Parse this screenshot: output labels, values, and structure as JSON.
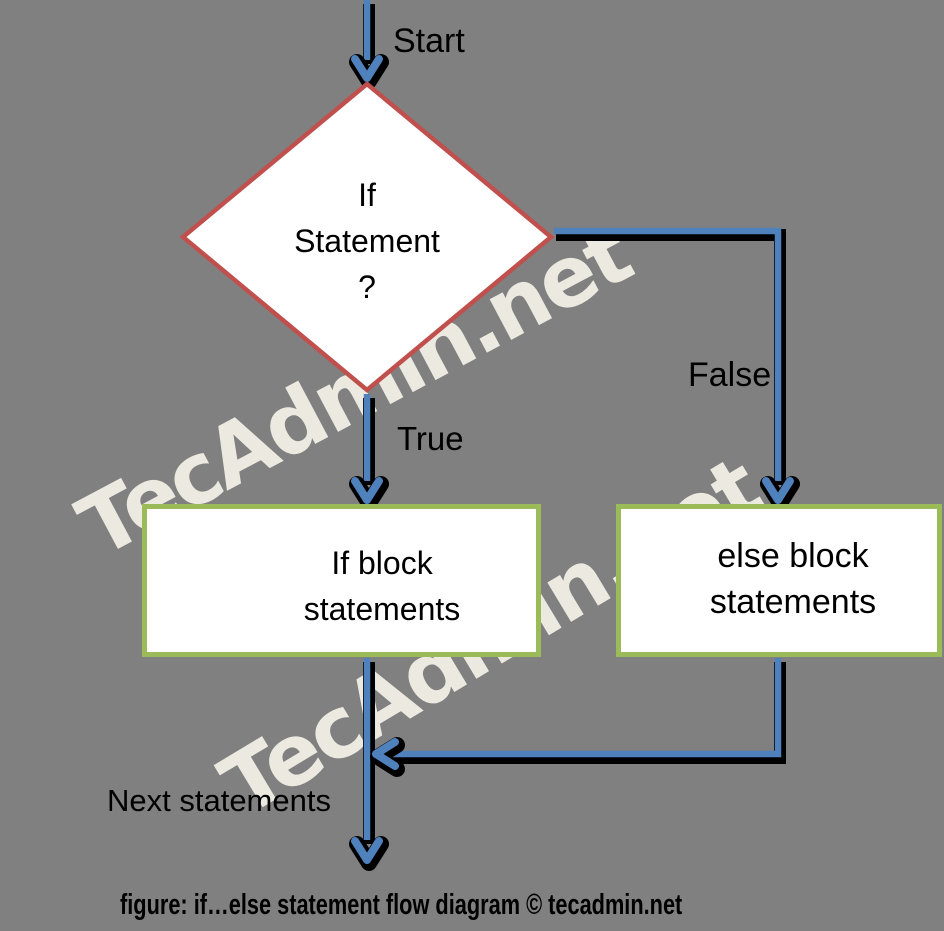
{
  "colors": {
    "background": "#808080",
    "connector_blue": "#4F81BD",
    "outline_black": "#000000",
    "diamond_border": "#C0504D",
    "box_border": "#9BBB59",
    "shape_fill": "#FFFFFF",
    "text": "#000000",
    "watermark": "#ECEAE0"
  },
  "labels": {
    "start": "Start",
    "true_branch": "True",
    "false_branch": "False",
    "next_statements": "Next statements"
  },
  "decision": {
    "line1": "If",
    "line2": "Statement",
    "line3": "?"
  },
  "boxes": {
    "if_block": {
      "line1": "If block",
      "line2": "statements"
    },
    "else_block": {
      "line1": "else block",
      "line2": "statements"
    }
  },
  "watermark_text": "TecAdmin.net",
  "caption": "figure: if…else statement flow diagram © tecadmin.net"
}
